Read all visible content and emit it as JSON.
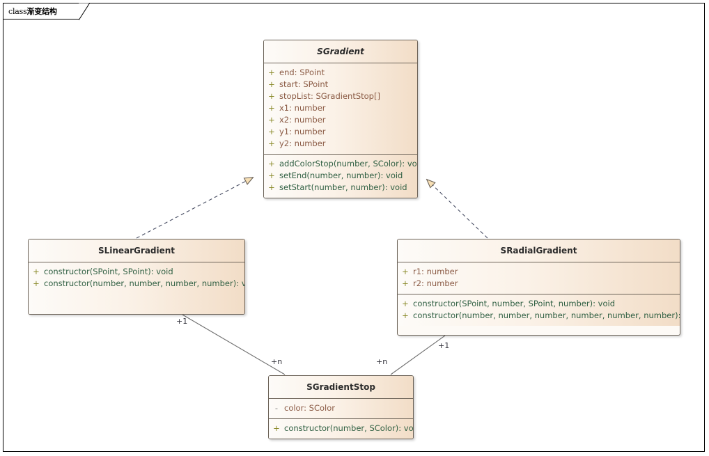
{
  "diagram": {
    "frame_label_keyword": "class",
    "frame_label_name": "渐变结构",
    "type": "uml-class-diagram"
  },
  "classes": [
    {
      "id": "sgradient",
      "name": "SGradient",
      "abstract": true,
      "attributes": [
        {
          "visibility": "+",
          "text": "end: SPoint"
        },
        {
          "visibility": "+",
          "text": "start: SPoint"
        },
        {
          "visibility": "+",
          "text": "stopList: SGradientStop[]"
        },
        {
          "visibility": "+",
          "text": "x1: number"
        },
        {
          "visibility": "+",
          "text": "x2: number"
        },
        {
          "visibility": "+",
          "text": "y1: number"
        },
        {
          "visibility": "+",
          "text": "y2: number"
        }
      ],
      "methods": [
        {
          "visibility": "+",
          "text": "addColorStop(number, SColor): void"
        },
        {
          "visibility": "+",
          "text": "setEnd(number, number): void"
        },
        {
          "visibility": "+",
          "text": "setStart(number, number): void"
        }
      ]
    },
    {
      "id": "slineargradient",
      "name": "SLinearGradient",
      "abstract": false,
      "attributes": [],
      "methods": [
        {
          "visibility": "+",
          "text": "constructor(SPoint, SPoint): void"
        },
        {
          "visibility": "+",
          "text": "constructor(number, number, number, number): void"
        }
      ]
    },
    {
      "id": "sradialgradient",
      "name": "SRadialGradient",
      "abstract": false,
      "attributes": [
        {
          "visibility": "+",
          "text": "r1: number"
        },
        {
          "visibility": "+",
          "text": "r2: number"
        }
      ],
      "methods": [
        {
          "visibility": "+",
          "text": "constructor(SPoint, number, SPoint, number): void"
        },
        {
          "visibility": "+",
          "text": "constructor(number, number, number, number, number, number): void"
        }
      ]
    },
    {
      "id": "sgradientstop",
      "name": "SGradientStop",
      "abstract": false,
      "attributes": [
        {
          "visibility": "-",
          "text": "color: SColor"
        }
      ],
      "methods": [
        {
          "visibility": "+",
          "text": "constructor(number, SColor): void"
        }
      ]
    }
  ],
  "relations": [
    {
      "id": "linear-realizes-gradient",
      "kind": "realization",
      "from": "SLinearGradient",
      "to": "SGradient",
      "style": "dashed",
      "arrow": "hollow-triangle"
    },
    {
      "id": "radial-realizes-gradient",
      "kind": "realization",
      "from": "SRadialGradient",
      "to": "SGradient",
      "style": "dashed",
      "arrow": "hollow-triangle"
    },
    {
      "id": "linear-stops",
      "kind": "association",
      "from": "SLinearGradient",
      "to": "SGradientStop",
      "style": "solid",
      "source_multiplicity": "+1",
      "target_multiplicity": "+n"
    },
    {
      "id": "radial-stops",
      "kind": "association",
      "from": "SRadialGradient",
      "to": "SGradientStop",
      "style": "solid",
      "source_multiplicity": "+1",
      "target_multiplicity": "+n"
    }
  ],
  "multiplicity_labels": [
    {
      "id": "linear-one",
      "text": "+1"
    },
    {
      "id": "linear-many",
      "text": "+n"
    },
    {
      "id": "radial-many",
      "text": "+n"
    },
    {
      "id": "radial-one",
      "text": "+1"
    }
  ],
  "colors": {
    "box_border": "#6b6257",
    "box_fill_left": "#fdfbf8",
    "box_fill_right": "#f2ddc7",
    "attribute_text": "#8a5a44",
    "method_text": "#2f5f42",
    "visibility_public": "#8a8a2a",
    "visibility_private": "#8a8a8a",
    "connector_dashed": "#454a60",
    "connector_solid": "#6e6e6e",
    "arrow_fill": "#f7dfb5",
    "frame_border": "#000000"
  }
}
